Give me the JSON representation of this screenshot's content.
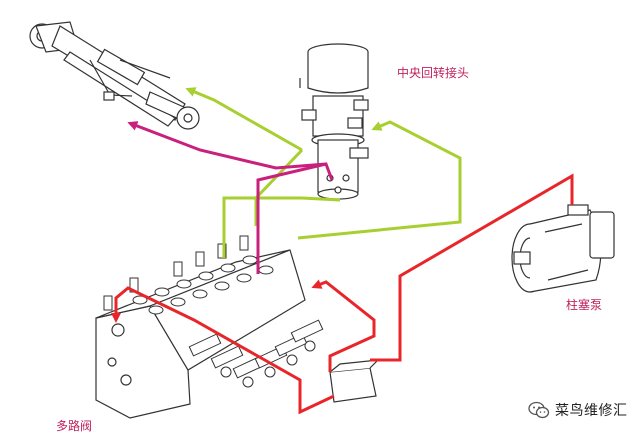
{
  "labels": {
    "swivel_joint": "中央回转接头",
    "piston_pump": "柱塞泵",
    "multiway_valve": "多路阀"
  },
  "watermark": {
    "text": "菜鸟维修汇",
    "icon": "wechat-icon"
  },
  "colors": {
    "supply_line": "#e8262a",
    "line_a": "#a7cf2f",
    "line_b": "#c8207c",
    "outline": "#333333"
  }
}
